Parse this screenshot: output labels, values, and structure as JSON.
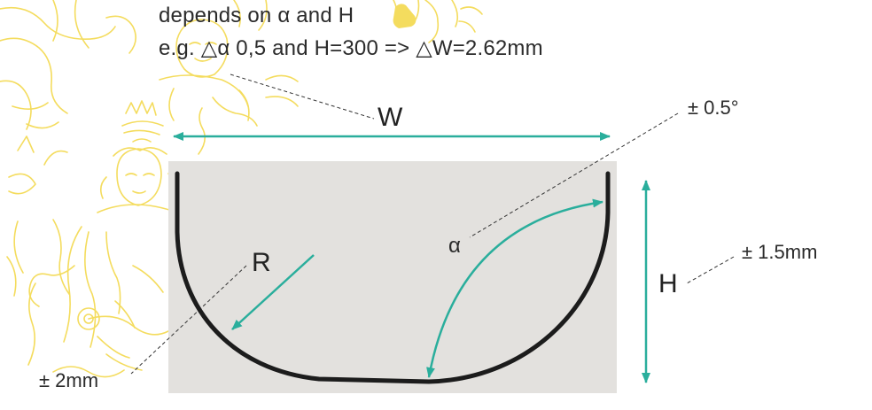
{
  "note": {
    "line1": "depends on  α  and H",
    "line2": "e.g. △α 0,5 and H=300  => △W=2.62mm"
  },
  "labels": {
    "w": "W",
    "h": "H",
    "r": "R",
    "alpha": "α"
  },
  "tolerances": {
    "alpha": "± 0.5°",
    "h": "± 1.5mm",
    "r": "± 2mm"
  },
  "colors": {
    "arrow": "#2aae9c",
    "panel": "#e3e1de",
    "profile": "#1c1c1c",
    "sketch": "#f4dc5e",
    "leader": "#333333"
  },
  "icons": {
    "background": "yellow line-art deity sketch"
  }
}
